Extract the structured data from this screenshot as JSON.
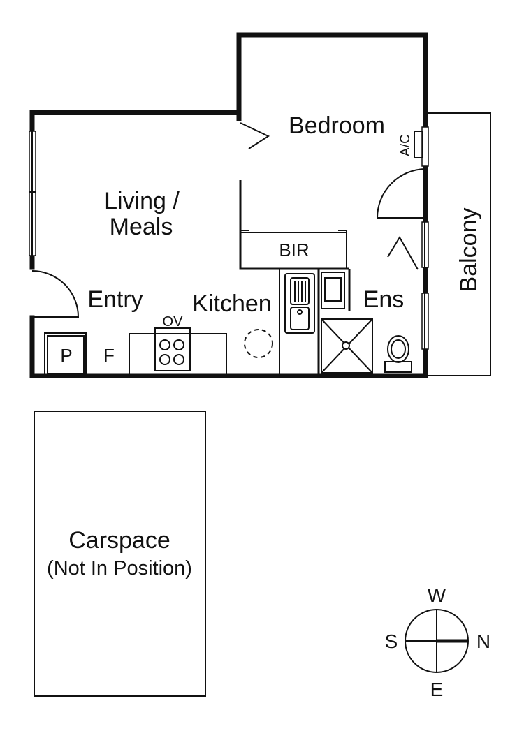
{
  "colors": {
    "line": "#111111",
    "background": "#ffffff"
  },
  "rooms": {
    "bedroom": "Bedroom",
    "living_line1": "Living /",
    "living_line2": "Meals",
    "bir": "BIR",
    "entry": "Entry",
    "kitchen": "Kitchen",
    "ensuite": "Ens",
    "balcony": "Balcony",
    "carspace_line1": "Carspace",
    "carspace_line2": "(Not In Position)"
  },
  "fixtures": {
    "ac": "A/C",
    "oven": "OV",
    "pantry": "P",
    "fridge": "F"
  },
  "compass": {
    "north": "N",
    "south": "S",
    "east": "E",
    "west": "W"
  }
}
